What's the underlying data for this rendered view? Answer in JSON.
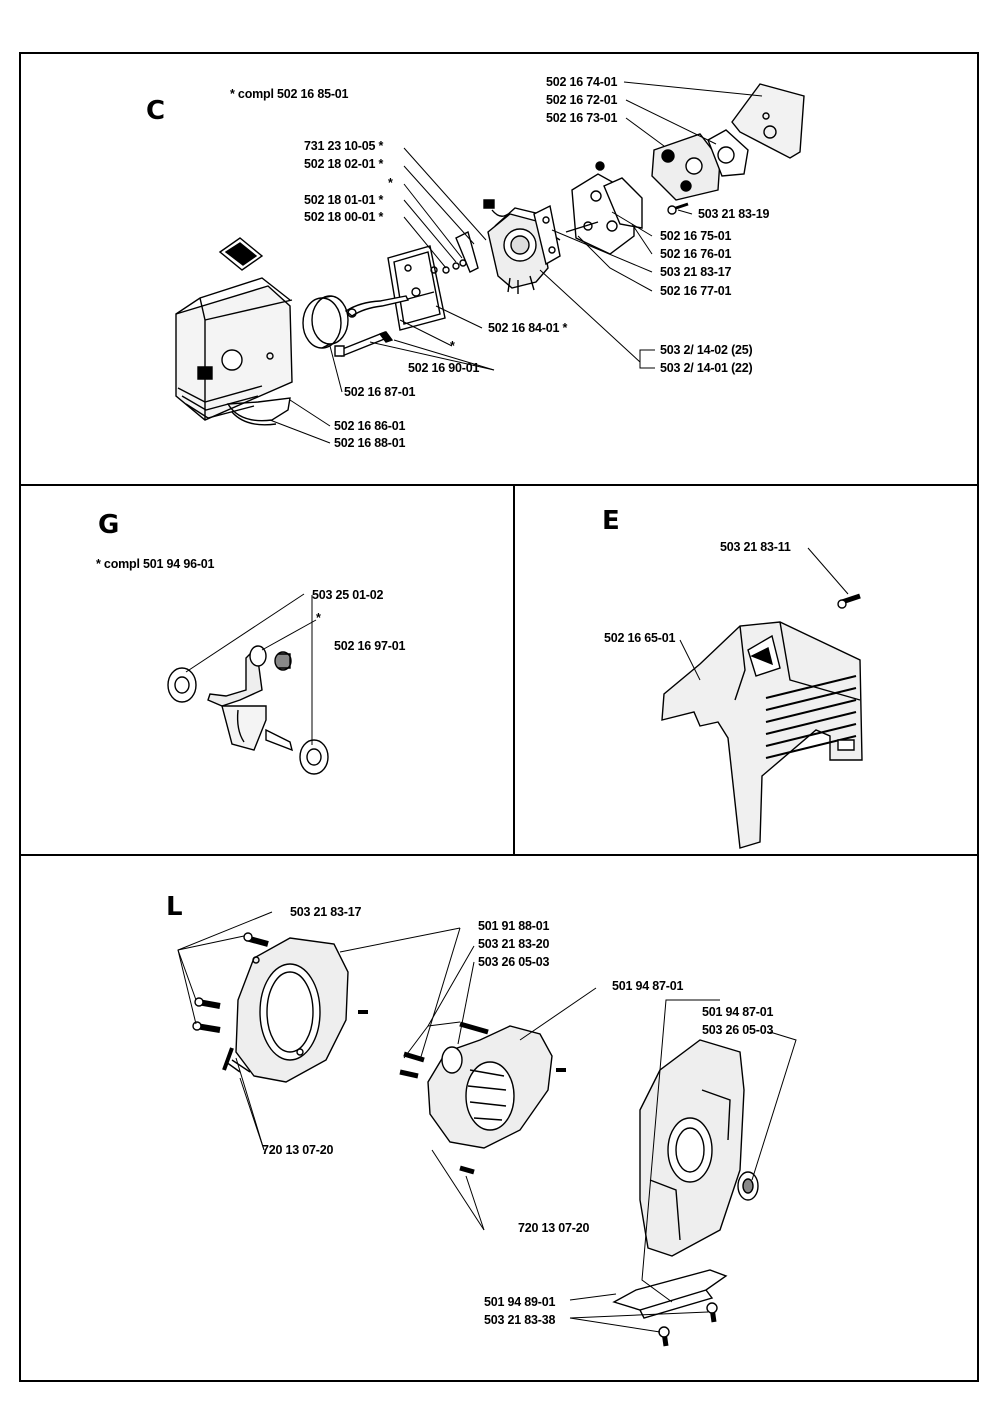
{
  "sections": {
    "c": {
      "letter": "C",
      "note": "*  compl 502 16 85-01",
      "parts": {
        "p_502167401": "502 16 74-01",
        "p_502167201": "502 16 72-01",
        "p_502167301": "502 16 73-01",
        "p_731231005": "731 23 10-05  *",
        "p_502180201": "502 18 02-01  *",
        "p_star1": "*",
        "p_502180101": "502 18 01-01  *",
        "p_502180001": "502 18 00-01  *",
        "p_503218319": "503 21 83-19",
        "p_502167501": "502 16 75-01",
        "p_502167601": "502 16 76-01",
        "p_503218317": "503 21 83-17",
        "p_502167701": "502 16 77-01",
        "p_502168401": "502 16 84-01  *",
        "p_star2": "*",
        "p_503214025": "503 2/ 14-02 (25)",
        "p_503214022": "503 2/ 14-01 (22)",
        "p_502169001": "502 16 90-01",
        "p_502168701": "502 16 87-01",
        "p_502168601": "502 16 86-01",
        "p_502168801": "502 16 88-01"
      }
    },
    "g": {
      "letter": "G",
      "note": "*  compl 501 94 96-01",
      "parts": {
        "p_503250102": "503 25 01-02",
        "p_star": "*",
        "p_502169701": "502 16 97-01"
      }
    },
    "e": {
      "letter": "E",
      "parts": {
        "p_503218311": "503 21 83-11",
        "p_502166501": "502 16 65-01"
      }
    },
    "l": {
      "letter": "L",
      "parts": {
        "p_503218317": "503 21 83-17",
        "p_501918801": "501 91 88-01",
        "p_503218320": "503 21 83-20",
        "p_503260503a": "503 26 05-03",
        "p_501948701a": "501 94 87-01",
        "p_501948701b": "501 94 87-01",
        "p_503260503b": "503 26 05-03",
        "p_720130720a": "720 13 07-20",
        "p_720130720b": "720 13 07-20",
        "p_501948901": "501 94 89-01",
        "p_503218338": "503 21 83-38"
      }
    }
  }
}
